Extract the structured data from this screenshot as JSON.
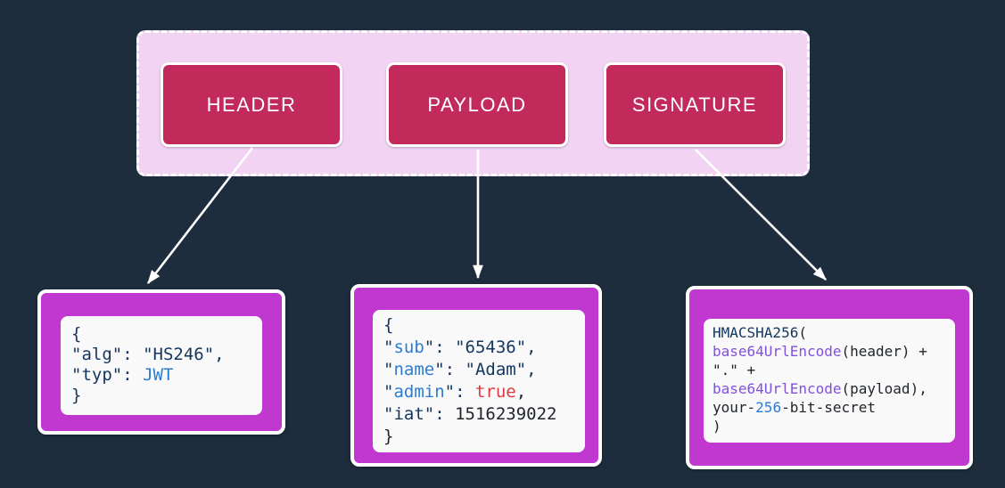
{
  "title_boxes": [
    {
      "label": "HEADER"
    },
    {
      "label": "PAYLOAD"
    },
    {
      "label": "SIGNATURE"
    }
  ],
  "colors": {
    "background": "#1d2d3d",
    "container-fill": "#f2d3f4",
    "title-fill": "#c12a5b",
    "codebox-fill": "#c138d1",
    "panel-fill": "#f9f9f9",
    "arrow": "#ffffff",
    "navy": "#14365e",
    "blue": "#2b7cd3",
    "purple": "#8250df",
    "red": "#dd3b41",
    "dark": "#20262c"
  },
  "code_blocks": {
    "header": {
      "lines": [
        [
          {
            "t": "{",
            "c": "navy"
          }
        ],
        [
          {
            "t": "\"alg\": \"HS246\",",
            "c": "navy"
          }
        ],
        [
          {
            "t": "\"typ\": ",
            "c": "navy"
          },
          {
            "t": "JWT",
            "c": "blue"
          }
        ],
        [
          {
            "t": "}",
            "c": "navy"
          }
        ]
      ]
    },
    "payload": {
      "lines": [
        [
          {
            "t": "{",
            "c": "navy"
          }
        ],
        [
          {
            "t": "\"",
            "c": "navy"
          },
          {
            "t": "sub",
            "c": "blue"
          },
          {
            "t": "\": \"65436\",",
            "c": "navy"
          }
        ],
        [
          {
            "t": "\"",
            "c": "navy"
          },
          {
            "t": "name",
            "c": "blue"
          },
          {
            "t": "\": \"Adam\",",
            "c": "navy"
          }
        ],
        [
          {
            "t": "\"",
            "c": "navy"
          },
          {
            "t": "admin",
            "c": "blue"
          },
          {
            "t": "\": ",
            "c": "navy"
          },
          {
            "t": "true",
            "c": "red"
          },
          {
            "t": ",",
            "c": "dark"
          }
        ],
        [
          {
            "t": "\"iat\": ",
            "c": "navy"
          },
          {
            "t": "1516239022",
            "c": "dark"
          }
        ],
        [
          {
            "t": "}",
            "c": "dark"
          }
        ]
      ]
    },
    "signature": {
      "lines": [
        [
          {
            "t": "HMACSHA256",
            "c": "navy"
          },
          {
            "t": "(",
            "c": "dark"
          }
        ],
        [
          {
            "t": "base64UrlEncode",
            "c": "purple"
          },
          {
            "t": "(header) +",
            "c": "dark"
          }
        ],
        [
          {
            "t": "\".\" +",
            "c": "dark"
          }
        ],
        [
          {
            "t": "base64UrlEncode",
            "c": "purple"
          },
          {
            "t": "(payload),",
            "c": "dark"
          }
        ],
        [
          {
            "t": "your-",
            "c": "dark"
          },
          {
            "t": "256",
            "c": "blue"
          },
          {
            "t": "-bit-secret",
            "c": "dark"
          }
        ],
        [
          {
            "t": ")",
            "c": "dark"
          }
        ]
      ]
    }
  }
}
